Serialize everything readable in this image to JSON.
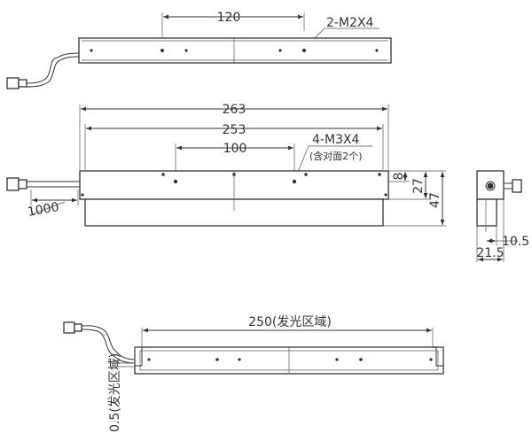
{
  "top_view": {
    "dim_120": "120",
    "callout_2m2x4": "2-M2X4"
  },
  "front_view": {
    "dim_263": "263",
    "dim_253": "253",
    "dim_100": "100",
    "callout_4m3x4": "4-M3X4",
    "callout_note": "(含对面2个)",
    "dim_8": "8",
    "dim_27": "27",
    "dim_47": "47",
    "cable_1000": "1000"
  },
  "side_view": {
    "dim_215": "21.5",
    "dim_105": "10.5"
  },
  "bottom_view": {
    "dim_250": "250(发光区域)",
    "dim_05": "0.5(发光区域)"
  }
}
